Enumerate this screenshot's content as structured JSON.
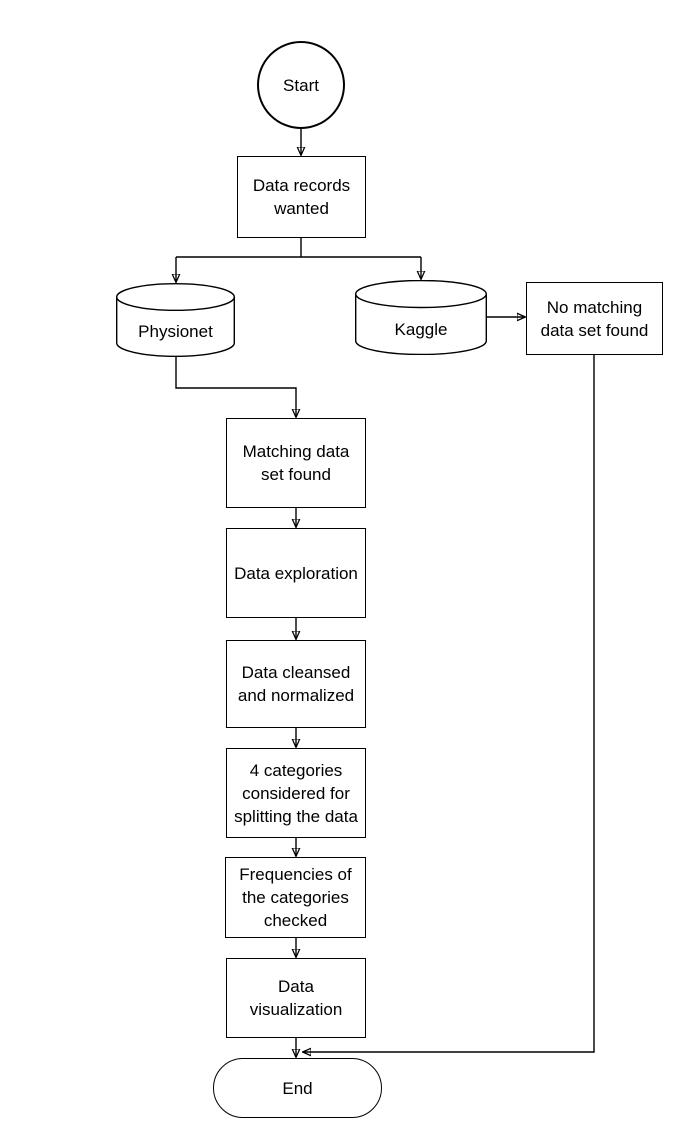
{
  "diagram": {
    "type": "flowchart",
    "background": "#ffffff",
    "colors": {
      "stroke": "#000000",
      "node_fill": "#ffffff",
      "text": "#000000"
    },
    "nodes": {
      "start": {
        "label": "Start",
        "shape": "circle"
      },
      "data_records_wanted": {
        "label": "Data records\nwanted",
        "shape": "rectangle"
      },
      "physionet": {
        "label": "Physionet",
        "shape": "database-cylinder"
      },
      "kaggle": {
        "label": "Kaggle",
        "shape": "database-cylinder"
      },
      "no_matching_data_set_found": {
        "label": "No matching\ndata set found",
        "shape": "rectangle"
      },
      "matching_data_set_found": {
        "label": "Matching data\nset found",
        "shape": "rectangle"
      },
      "data_exploration": {
        "label": "Data exploration",
        "shape": "rectangle"
      },
      "data_cleansed_and_normalized": {
        "label": "Data cleansed\nand normalized",
        "shape": "rectangle"
      },
      "four_categories": {
        "label": "4 categories\nconsidered for\nsplitting the data",
        "shape": "rectangle"
      },
      "frequencies_checked": {
        "label": "Frequencies of\nthe categories\nchecked",
        "shape": "rectangle"
      },
      "data_visualization": {
        "label": "Data\nvisualization",
        "shape": "rectangle"
      },
      "end": {
        "label": "End",
        "shape": "terminator"
      }
    },
    "edges": [
      {
        "from": "start",
        "to": "data_records_wanted"
      },
      {
        "from": "data_records_wanted",
        "to": "physionet"
      },
      {
        "from": "data_records_wanted",
        "to": "kaggle"
      },
      {
        "from": "physionet",
        "to": "matching_data_set_found"
      },
      {
        "from": "kaggle",
        "to": "no_matching_data_set_found"
      },
      {
        "from": "no_matching_data_set_found",
        "to": "end"
      },
      {
        "from": "matching_data_set_found",
        "to": "data_exploration"
      },
      {
        "from": "data_exploration",
        "to": "data_cleansed_and_normalized"
      },
      {
        "from": "data_cleansed_and_normalized",
        "to": "four_categories"
      },
      {
        "from": "four_categories",
        "to": "frequencies_checked"
      },
      {
        "from": "frequencies_checked",
        "to": "data_visualization"
      },
      {
        "from": "data_visualization",
        "to": "end"
      }
    ]
  }
}
